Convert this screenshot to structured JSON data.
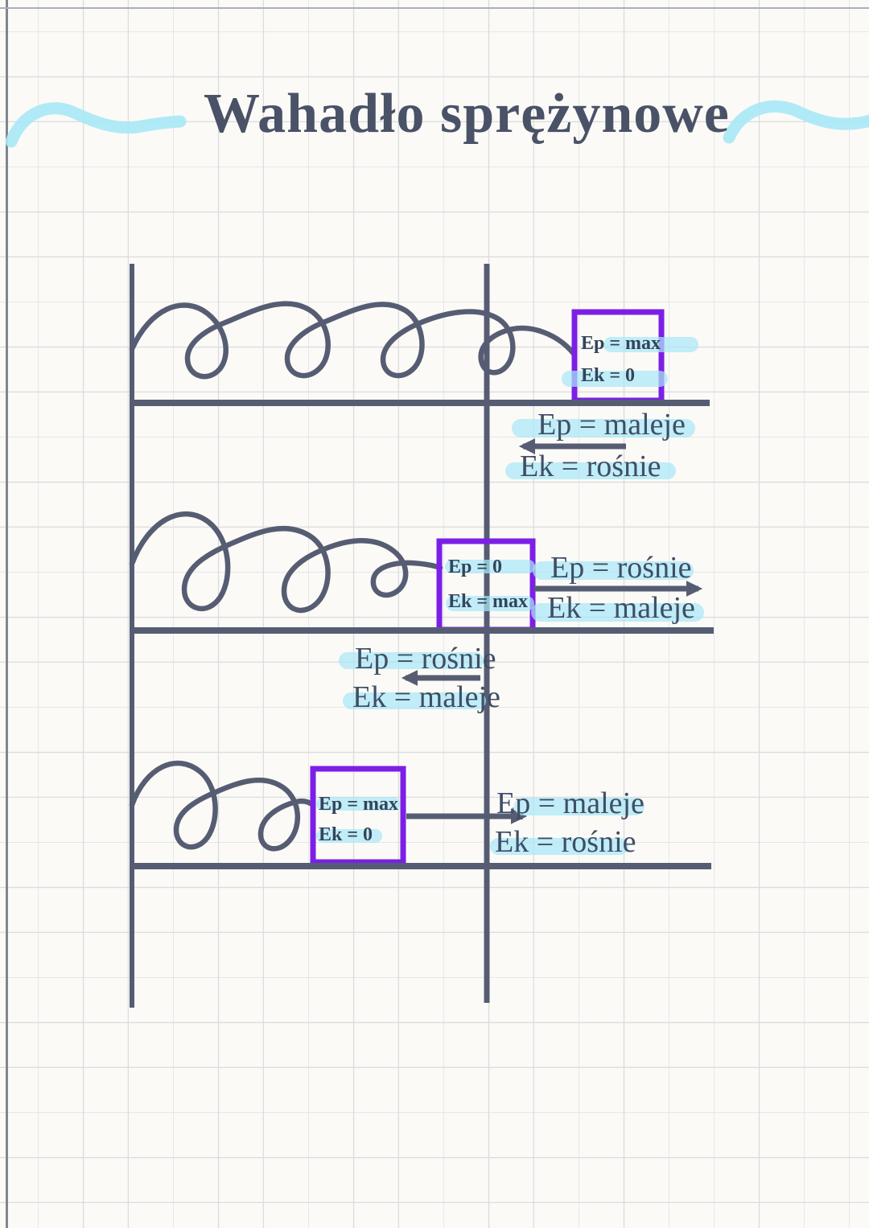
{
  "page_title": "Wahadło sprężynowe",
  "colors": {
    "accent_purple": "#7c1fe6",
    "highlight_cyan": "#a9e8f6",
    "ink": "#565d73",
    "label_text": "#3f4e66",
    "box_text": "#33445c",
    "title_text": "#4a5267"
  },
  "diagrams": [
    {
      "id": "spring-stretched-max",
      "box": {
        "line1": "Ep = max",
        "line2": "Ek = 0"
      },
      "motion": {
        "line1": "Ep = maleje",
        "line2": "Ek = rośnie",
        "arrow_direction": "left"
      }
    },
    {
      "id": "spring-equilibrium",
      "box": {
        "line1": "Ep = 0",
        "line2": "Ek = max"
      },
      "motion_right": {
        "line1": "Ep = rośnie",
        "line2": "Ek = maleje",
        "arrow_direction": "right"
      },
      "motion_left": {
        "line1": "Ep = rośnie",
        "line2": "Ek = maleje",
        "arrow_direction": "left"
      }
    },
    {
      "id": "spring-compressed-max",
      "box": {
        "line1": "Ep = max",
        "line2": "Ek = 0"
      },
      "motion": {
        "line1": "Ep = maleje",
        "line2": "Ek = rośnie",
        "arrow_direction": "right"
      }
    }
  ]
}
